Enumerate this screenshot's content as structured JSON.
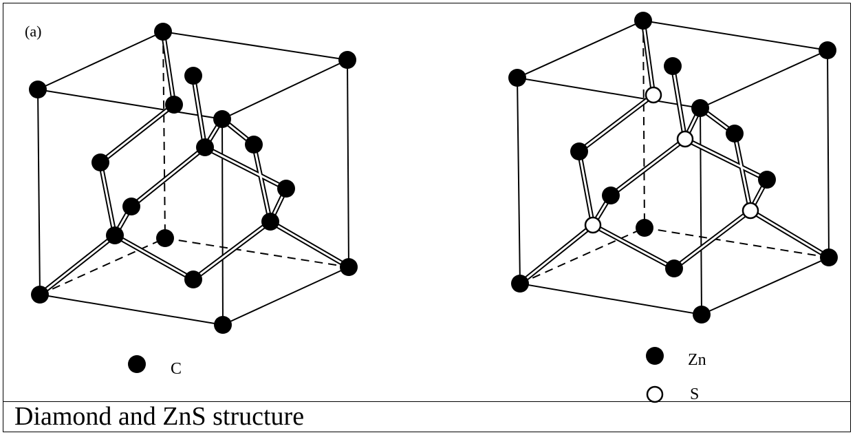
{
  "figure": {
    "panel_label": "(a)",
    "left": {
      "legend": [
        {
          "symbol": "filled-circle",
          "label": "C"
        }
      ]
    },
    "right": {
      "legend": [
        {
          "symbol": "filled-circle",
          "label": "Zn"
        },
        {
          "symbol": "open-circle",
          "label": "S"
        }
      ]
    },
    "colors": {
      "line": "#000000",
      "atom_fill": "#000000",
      "open_atom_fill": "#ffffff"
    }
  },
  "caption": {
    "text": "Diamond and ZnS structure"
  }
}
